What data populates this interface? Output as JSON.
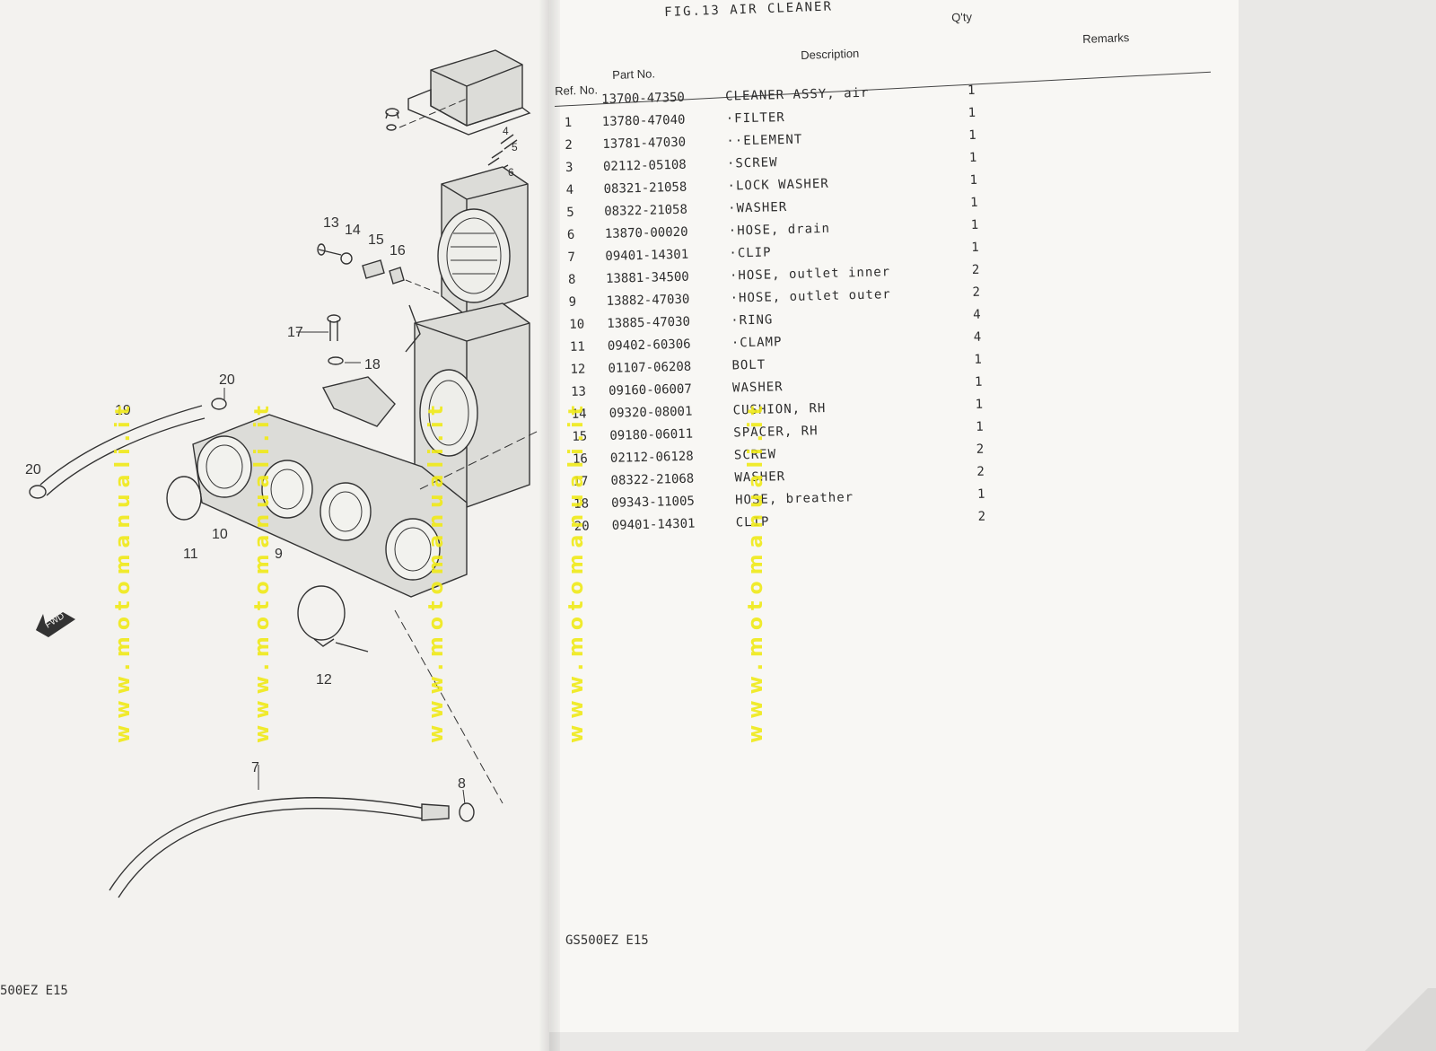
{
  "figure": {
    "title": "FIG.13  AIR CLEANER"
  },
  "columns": {
    "ref_no": "Ref. No.",
    "part_no": "Part   No.",
    "description": "Description",
    "qty": "Q'ty",
    "remarks": "Remarks"
  },
  "parts": [
    {
      "ref": "",
      "part": "13700-47350",
      "desc": "CLEANER ASSY, air",
      "qty": "1"
    },
    {
      "ref": "1",
      "part": "13780-47040",
      "desc": "·FILTER",
      "qty": "1"
    },
    {
      "ref": "2",
      "part": "13781-47030",
      "desc": "··ELEMENT",
      "qty": "1"
    },
    {
      "ref": "3",
      "part": "02112-05108",
      "desc": "·SCREW",
      "qty": "1"
    },
    {
      "ref": "4",
      "part": "08321-21058",
      "desc": "·LOCK WASHER",
      "qty": "1"
    },
    {
      "ref": "5",
      "part": "08322-21058",
      "desc": "·WASHER",
      "qty": "1"
    },
    {
      "ref": "6",
      "part": "13870-00020",
      "desc": "·HOSE, drain",
      "qty": "1"
    },
    {
      "ref": "7",
      "part": "09401-14301",
      "desc": "·CLIP",
      "qty": "1"
    },
    {
      "ref": "8",
      "part": "13881-34500",
      "desc": "·HOSE, outlet inner",
      "qty": "2"
    },
    {
      "ref": "9",
      "part": "13882-47030",
      "desc": "·HOSE, outlet outer",
      "qty": "2"
    },
    {
      "ref": "10",
      "part": "13885-47030",
      "desc": "·RING",
      "qty": "4"
    },
    {
      "ref": "11",
      "part": "09402-60306",
      "desc": "·CLAMP",
      "qty": "4"
    },
    {
      "ref": "12",
      "part": "01107-06208",
      "desc": "BOLT",
      "qty": "1"
    },
    {
      "ref": "13",
      "part": "09160-06007",
      "desc": "WASHER",
      "qty": "1"
    },
    {
      "ref": "14",
      "part": "09320-08001",
      "desc": "CUSHION, RH",
      "qty": "1"
    },
    {
      "ref": "15",
      "part": "09180-06011",
      "desc": "SPACER, RH",
      "qty": "1"
    },
    {
      "ref": "16",
      "part": "02112-06128",
      "desc": "SCREW",
      "qty": "2"
    },
    {
      "ref": "17",
      "part": "08322-21068",
      "desc": "WASHER",
      "qty": "2"
    },
    {
      "ref": "18",
      "part": "09343-11005",
      "desc": "HOSE, breather",
      "qty": "1"
    },
    {
      "ref": "20",
      "part": "09401-14301",
      "desc": "CLIP",
      "qty": "2"
    }
  ],
  "diagram": {
    "callouts": [
      "13",
      "14",
      "15",
      "16",
      "17",
      "18",
      "20",
      "19",
      "20",
      "10",
      "11",
      "9",
      "12",
      "7",
      "8",
      "4",
      "5",
      "6"
    ],
    "fwd_label": "FWD"
  },
  "footer": {
    "left_page_code": "500EZ  E15",
    "right_page_code": "GS500EZ  E15"
  },
  "watermark": {
    "text": "www.motomanuali.it"
  }
}
